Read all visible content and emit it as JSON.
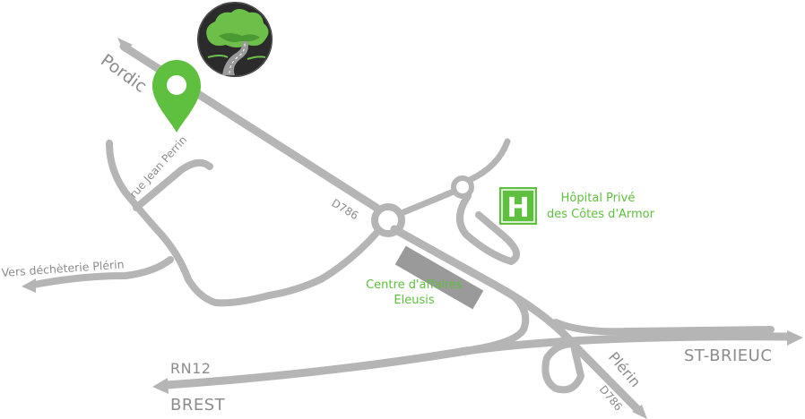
{
  "labels": {
    "pordic": "Pordic",
    "rue_jean_perrin": "rue Jean Perrin",
    "d786_upper": "D786",
    "d786_lower": "D786",
    "vers_decheterie": "Vers déchèterie Plérin",
    "rn12": "RN12",
    "brest": "BREST",
    "st_brieuc": "ST-BRIEUC",
    "plerin": "Plérin",
    "hospital_line1": "Hôpital Privé",
    "hospital_line2": "des Côtes d'Armor",
    "hospital_symbol": "H",
    "business_line1": "Centre d'affaires",
    "business_line2": "Eleusis"
  },
  "icons": {
    "location_pin": "map-pin-icon",
    "logo": "tree-road-logo",
    "hospital": "hospital-h-icon"
  },
  "colors": {
    "road": "#b5b5b5",
    "accent_green": "#5fbf3f",
    "building": "#9a9a9a",
    "logo_background": "#2b2b2b"
  }
}
